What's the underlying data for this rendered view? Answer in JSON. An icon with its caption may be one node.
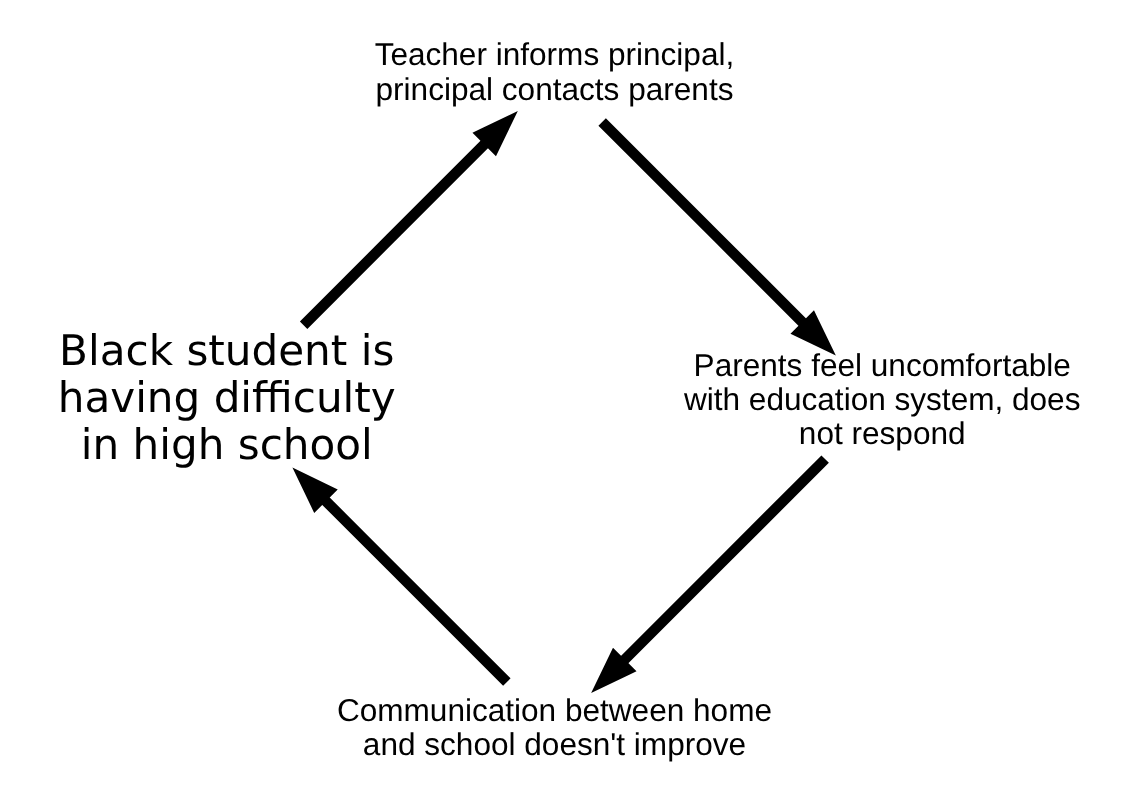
{
  "diagram": {
    "nodes": [
      {
        "text": [
          "Communication between home and school doesn't improve"
        ]
      },
      {
        "text": [
          "Black student is having difficulty in high school"
        ]
      },
      {
        "text": [
          "Teacher informs principal, principal contacts parents"
        ]
      },
      {
        "text": [
          "Parents feel uncomfortable with education system, does not respond"
        ]
      }
    ],
    "edges": [
      {
        "from": 0,
        "to": 1,
        "arrow": "to"
      },
      {
        "from": 1,
        "to": 2,
        "arrow": "to"
      },
      {
        "from": 2,
        "to": 3,
        "arrow": "to"
      },
      {
        "from": 3,
        "to": 0,
        "arrow": "to"
      }
    ]
  }
}
